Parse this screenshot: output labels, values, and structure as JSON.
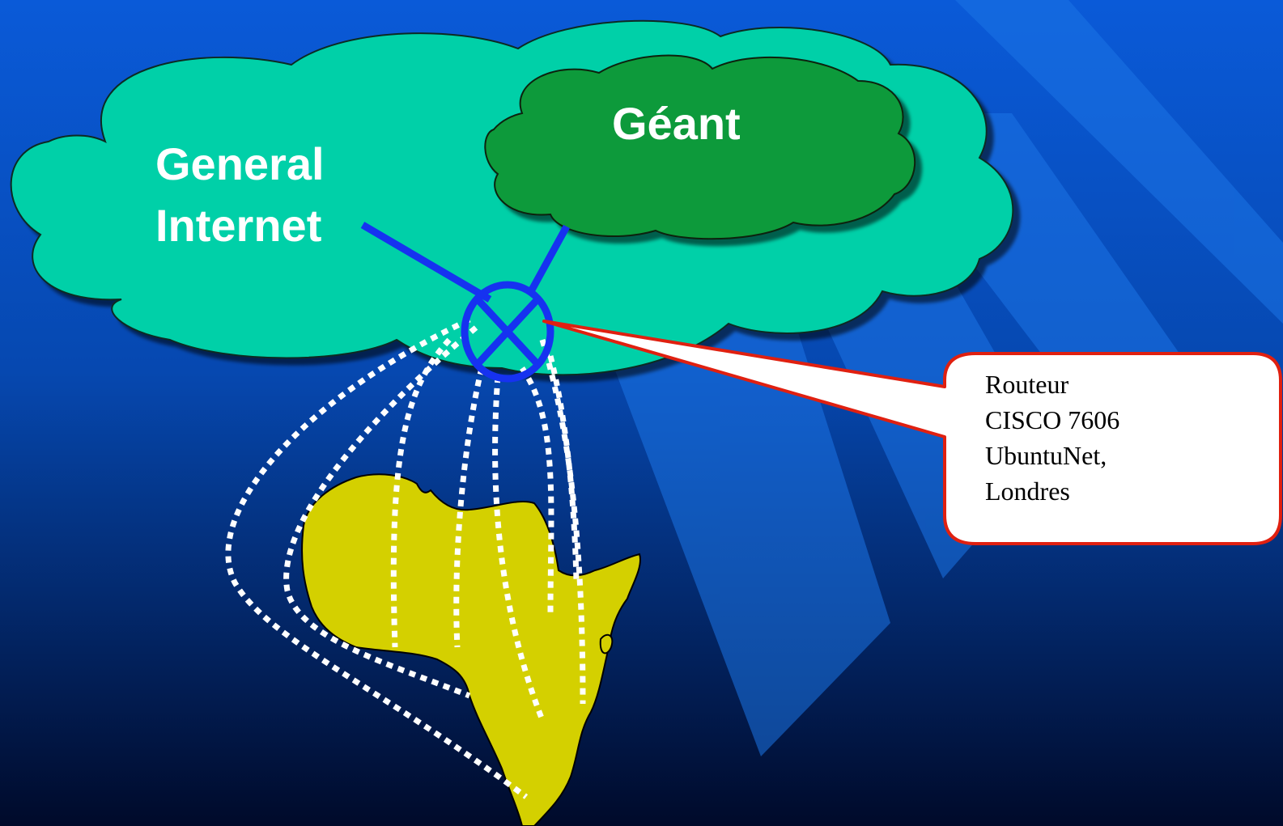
{
  "colors": {
    "background_top": "#0a5ad8",
    "background_bottom": "#000a2a",
    "stripe": "#1c74e6",
    "general_internet_cloud": "#00d0a8",
    "geant_cloud": "#0b9a3a",
    "africa": "#d4d000",
    "router": "#1632f0",
    "links_dotted": "#ffffff",
    "callout_border": "#e02010",
    "callout_fill": "#ffffff"
  },
  "clouds": {
    "general_internet": {
      "line1": "General",
      "line2": "Internet"
    },
    "geant": {
      "label": "Géant"
    }
  },
  "router": {
    "icon": "router-crossed-circle-icon"
  },
  "callout": {
    "lines": [
      "Routeur",
      "CISCO 7606",
      "UbuntuNet,",
      "Londres"
    ]
  },
  "continent": {
    "icon": "africa-map-icon"
  }
}
